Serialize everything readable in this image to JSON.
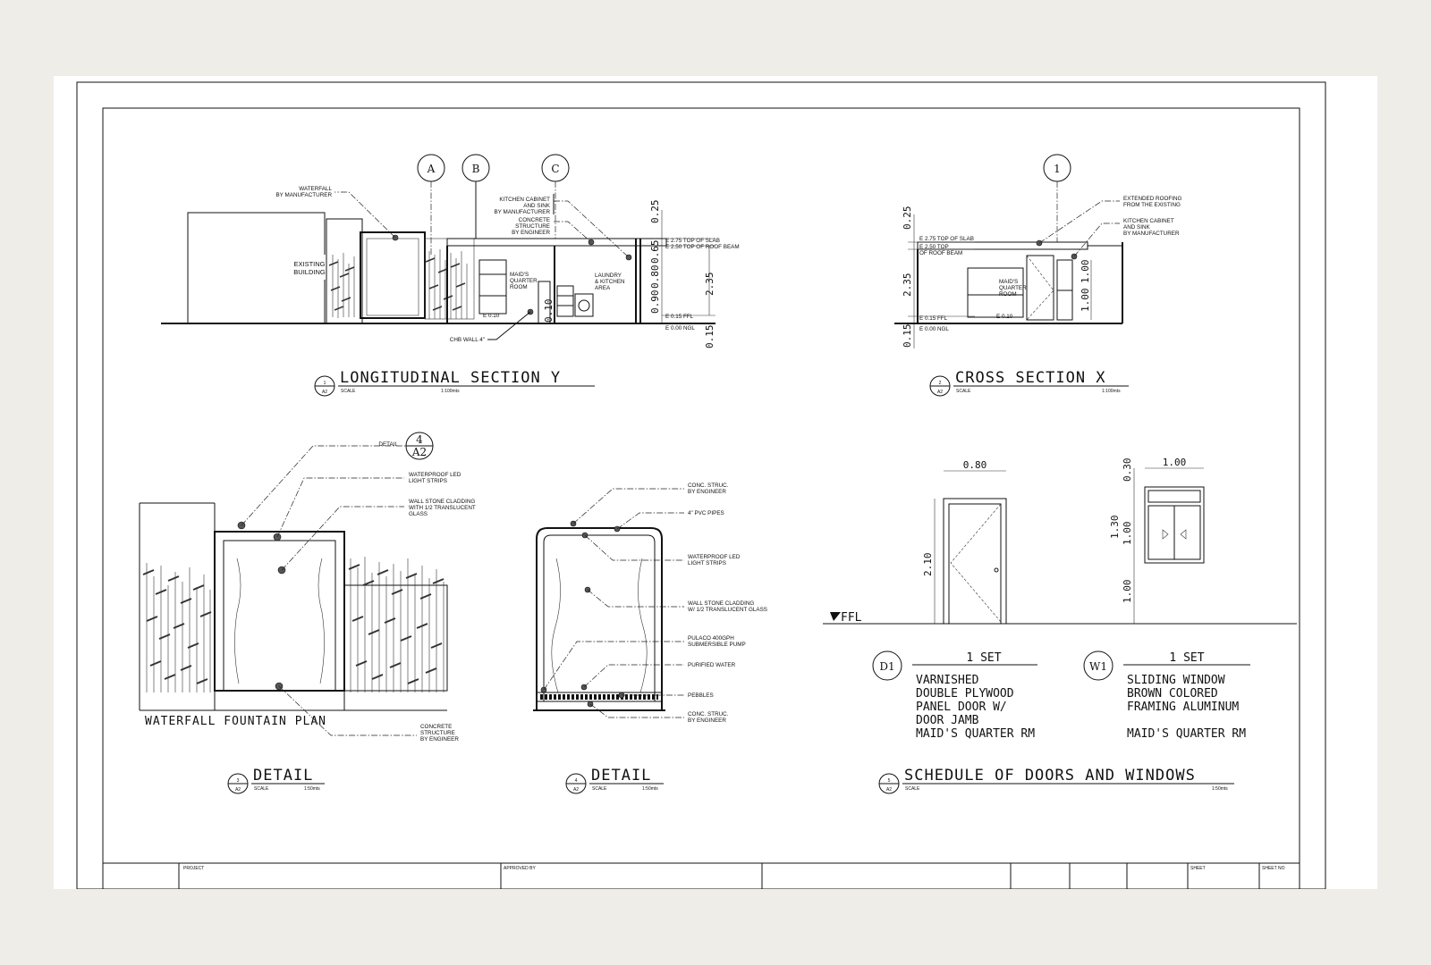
{
  "sections": {
    "longitudinal": {
      "title": "LONGITUDINAL SECTION Y",
      "number": "1",
      "sheet": "A2",
      "scale_label": "SCALE",
      "scale": "1:100mts",
      "grid": [
        "A",
        "B",
        "C"
      ],
      "notes": {
        "waterfall": [
          "WATERFALL",
          "BY MANUFACTURER"
        ],
        "cabinet": [
          "KITCHEN CABINET",
          "AND SINK",
          "BY MANUFACTURER"
        ],
        "concrete": [
          "CONCRETE",
          "STRUCTURE",
          "BY ENGINEER"
        ],
        "chb": "CHB WALL 4\""
      },
      "rooms": {
        "existing": [
          "EXISTING",
          "BUILDING"
        ],
        "maid": [
          "MAID'S",
          "QUARTER",
          "ROOM"
        ],
        "laundry": [
          "LAUNDRY",
          "& KITCHEN",
          "AREA"
        ]
      },
      "levels": [
        "E 2.75 TOP OF SLAB",
        "E 2.50 TOP OF ROOF BEAM",
        "E 0.15 FFL",
        "E 0.00 NGL",
        "E 0.10"
      ],
      "dims": [
        "0.25",
        "0.65",
        "0.80",
        "0.90",
        "0.15",
        "2.35",
        "0.10"
      ]
    },
    "cross": {
      "title": "CROSS SECTION X",
      "number": "2",
      "sheet": "A2",
      "scale_label": "SCALE",
      "scale": "1:100mts",
      "grid": [
        "1"
      ],
      "notes": {
        "roofing": [
          "EXTENDED ROOFING",
          "FROM THE EXISTING"
        ],
        "cabinet": [
          "KITCHEN CABINET",
          "AND SINK",
          "BY MANUFACTURER"
        ]
      },
      "room": [
        "MAID'S",
        "QUARTER",
        "ROOM"
      ],
      "levels": [
        "E 2.75 TOP OF SLAB",
        "E 2.50 TOP",
        "OF ROOF BEAM",
        "E 0.15 FFL",
        "E 0.00 NGL",
        "E 0.10"
      ],
      "dims": [
        "0.25",
        "2.35",
        "0.15",
        "1.00",
        "1.00"
      ]
    },
    "detail3": {
      "title": "DETAIL",
      "number": "3",
      "sheet": "A2",
      "scale_label": "SCALE",
      "scale": "1:50mts",
      "plan_title": "WATERFALL FOUNTAIN PLAN",
      "callout": {
        "label": "DETAIL",
        "number": "4",
        "sheet": "A2"
      },
      "notes": {
        "led": [
          "WATERPROOF LED",
          "LIGHT STRIPS"
        ],
        "stone": [
          "WALL STONE CLADDING",
          "WITH 1/2 TRANSLUCENT",
          "GLASS"
        ],
        "concrete": [
          "CONCRETE",
          "STRUCTURE",
          "BY ENGINEER"
        ]
      }
    },
    "detail4": {
      "title": "DETAIL",
      "number": "4",
      "sheet": "A2",
      "scale_label": "SCALE",
      "scale": "1:50mts",
      "notes": {
        "conc_top": [
          "CONC. STRUC.",
          "BY ENGINEER"
        ],
        "pvc": "4\" PVC PIPES",
        "led": [
          "WATERPROOF LED",
          "LIGHT STRIPS"
        ],
        "stone": [
          "WALL STONE CLADDING",
          "W/ 1/2 TRANSLUCENT GLASS"
        ],
        "pump": [
          "PULACO 400GPH",
          "SUBMERSIBLE PUMP"
        ],
        "water": "PURIFIED WATER",
        "pebbles": "PEBBLES",
        "conc_bot": [
          "CONC. STRUC.",
          "BY ENGINEER"
        ]
      }
    },
    "schedule": {
      "title": "SCHEDULE OF DOORS AND WINDOWS",
      "number": "5",
      "sheet": "A2",
      "scale_label": "SCALE",
      "scale": "1:50mts",
      "ffl": "FFL",
      "door": {
        "tag": "D1",
        "qty": "1 SET",
        "lines": [
          "VARNISHED",
          "DOUBLE PLYWOOD",
          "PANEL DOOR W/",
          "DOOR JAMB",
          "MAID'S QUARTER RM"
        ],
        "width": "0.80",
        "height": "2.10"
      },
      "window": {
        "tag": "W1",
        "qty": "1 SET",
        "lines": [
          "SLIDING WINDOW",
          "BROWN COLORED",
          "FRAMING ALUMINUM",
          "",
          "MAID'S QUARTER RM"
        ],
        "width": "1.00",
        "dims": [
          "0.30",
          "1.00",
          "1.30",
          "1.00"
        ]
      }
    }
  },
  "title_block": {
    "project": "PROJECT",
    "approved": "APPROVED BY",
    "sheet": "SHEET",
    "sheet_no": "SHEET NO"
  },
  "colors": {
    "background": "#eeede8",
    "sheet": "#ffffff",
    "ink": "#111111"
  }
}
